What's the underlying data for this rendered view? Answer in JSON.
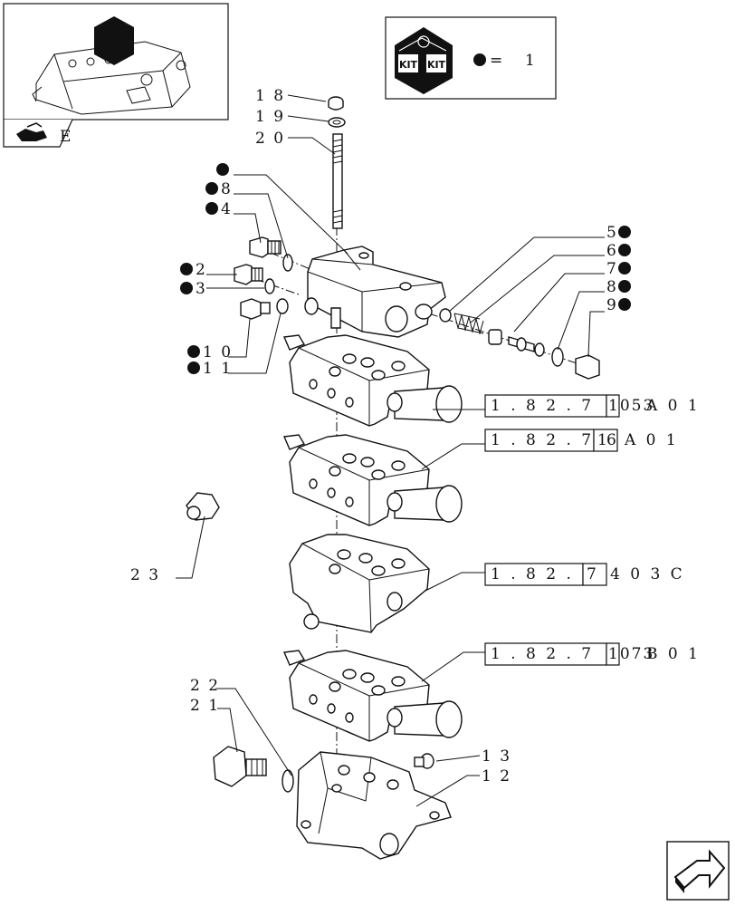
{
  "thumbnail": {
    "icon": "tractor-hydraulic-assembly-thumbnail",
    "nav_letter": "E"
  },
  "kit": {
    "icon": "kit-icon",
    "symbol": "=",
    "number": "1",
    "label_top": "KIT",
    "label_bottom": "KIT"
  },
  "callouts": {
    "c18": "1 8",
    "c19": "1 9",
    "c20": "2 0",
    "c8a": "8",
    "c4": "4",
    "c2": "2",
    "c3": "3",
    "c10": "1 0",
    "c11": "1 1",
    "c5": "5",
    "c6": "6",
    "c7": "7",
    "c8b": "8",
    "c9": "9",
    "c23": "2 3",
    "c22": "2 2",
    "c21": "2 1",
    "c13": "1 3",
    "c12": "1 2"
  },
  "references": [
    {
      "prefix": "1 . 8 2 . 7",
      "box2": "1053",
      "suffix": "A   0 1"
    },
    {
      "prefix": "1 . 8 2 . 7",
      "box2": "1",
      "box3": "6",
      "suffix": "A   0 1"
    },
    {
      "prefix": "1 . 8 2 .",
      "box2": "7",
      "suffix": "4 0 3 C"
    },
    {
      "prefix": "1 . 8 2 . 7",
      "box2": "1073",
      "suffix": "B   0 1"
    }
  ],
  "nav": {
    "icon": "next-page-arrow-icon"
  }
}
